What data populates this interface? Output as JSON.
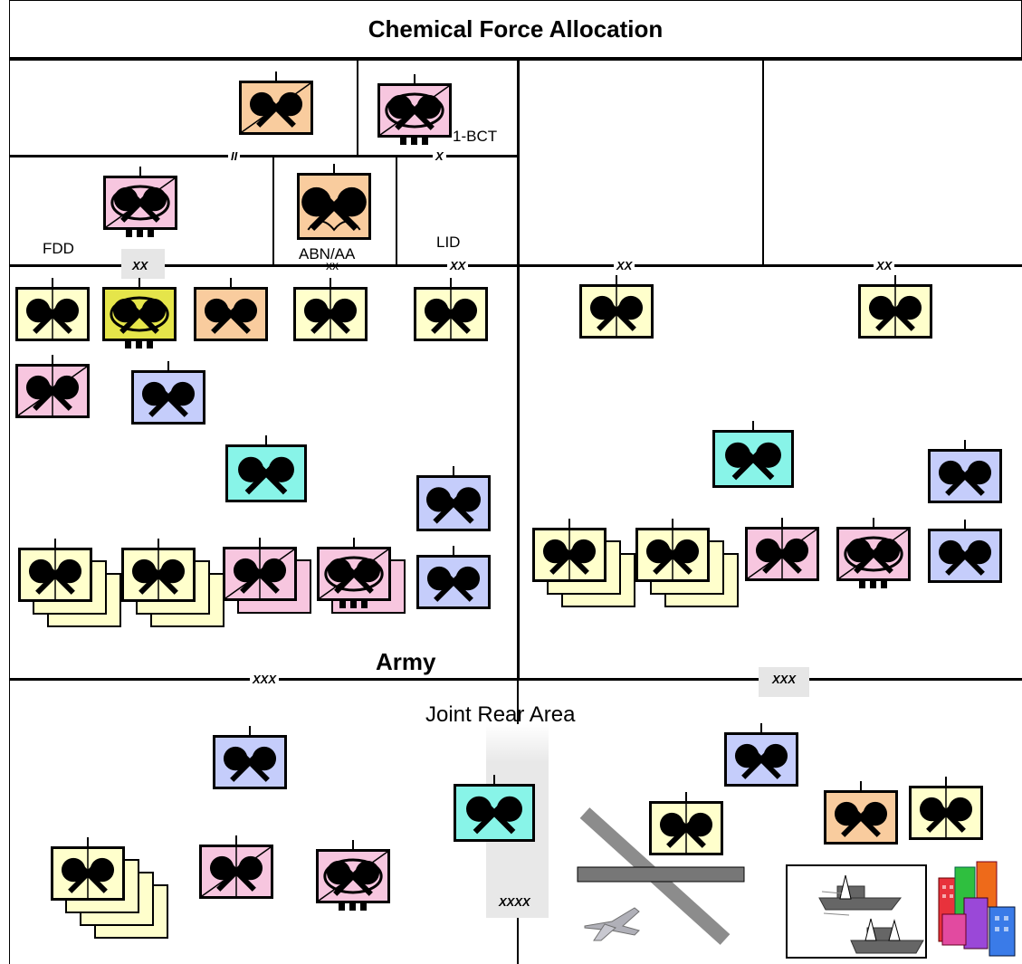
{
  "title": "Chemical Force Allocation",
  "labels": {
    "bct": "1-BCT",
    "fdd": "FDD",
    "abn": "ABN/AA",
    "abn_echelon": "xx",
    "lid": "LID",
    "army": "Army",
    "jra": "Joint Rear Area"
  },
  "echelons": {
    "battalion": "II",
    "brigade": "X",
    "division": "XX",
    "corps": "XXX",
    "army": "XXXX"
  },
  "colors": {
    "yellow": "#ffffcc",
    "pink": "#f7c6df",
    "orange": "#f9cc9e",
    "blue": "#c5cdfb",
    "cyan": "#88f4e8",
    "lime": "#e5e54a",
    "gray": "#8c8c8c"
  },
  "units": [
    {
      "name": "unit-top-orange",
      "color": "orange",
      "slash": true
    },
    {
      "name": "unit-top-pink-1bct",
      "color": "pink",
      "slash": true,
      "smoke": true
    },
    {
      "name": "unit-fdd-pink",
      "color": "pink",
      "slash": true,
      "smoke": true
    },
    {
      "name": "unit-abn-orange",
      "color": "orange",
      "airborne": true
    },
    {
      "name": "unit-yellow-1",
      "color": "yellow",
      "split": true
    },
    {
      "name": "unit-lime",
      "color": "lime",
      "smoke": true
    },
    {
      "name": "unit-orange-2",
      "color": "orange"
    },
    {
      "name": "unit-yellow-2",
      "color": "yellow",
      "split": true
    },
    {
      "name": "unit-yellow-lid",
      "color": "yellow",
      "split": true
    },
    {
      "name": "unit-yellow-right-1",
      "color": "yellow",
      "split": true
    },
    {
      "name": "unit-yellow-right-2",
      "color": "yellow",
      "split": true
    },
    {
      "name": "unit-pink-left",
      "color": "pink",
      "slash": true,
      "split": true
    },
    {
      "name": "unit-blue-left",
      "color": "blue"
    },
    {
      "name": "unit-cyan-left",
      "color": "cyan"
    },
    {
      "name": "unit-blue-lid",
      "color": "blue"
    },
    {
      "name": "unit-cyan-right",
      "color": "cyan"
    },
    {
      "name": "unit-blue-right-1",
      "color": "blue"
    },
    {
      "name": "unit-yellow-stack-1",
      "color": "yellow",
      "split": true
    },
    {
      "name": "unit-yellow-stack-2",
      "color": "yellow",
      "split": true
    },
    {
      "name": "unit-pink-stack-1",
      "color": "pink",
      "slash": true,
      "split": true
    },
    {
      "name": "unit-pink-stack-2",
      "color": "pink",
      "slash": true,
      "smoke": true
    },
    {
      "name": "unit-blue-lid-2",
      "color": "blue"
    },
    {
      "name": "unit-yellow-stack-r1",
      "color": "yellow",
      "split": true
    },
    {
      "name": "unit-yellow-stack-r2",
      "color": "yellow",
      "split": true
    },
    {
      "name": "unit-pink-r1",
      "color": "pink",
      "slash": true,
      "split": true
    },
    {
      "name": "unit-pink-r2",
      "color": "pink",
      "slash": true,
      "smoke": true
    },
    {
      "name": "unit-blue-r2",
      "color": "blue"
    },
    {
      "name": "unit-blue-jra-1",
      "color": "blue"
    },
    {
      "name": "unit-yellow-stack-jra",
      "color": "yellow",
      "split": true
    },
    {
      "name": "unit-pink-jra-1",
      "color": "pink",
      "slash": true,
      "split": true
    },
    {
      "name": "unit-pink-jra-2",
      "color": "pink",
      "slash": true,
      "smoke": true
    },
    {
      "name": "unit-cyan-jra",
      "color": "cyan"
    },
    {
      "name": "unit-blue-jra-2",
      "color": "blue"
    },
    {
      "name": "unit-yellow-jra",
      "color": "yellow",
      "split": true
    },
    {
      "name": "unit-orange-jra",
      "color": "orange"
    },
    {
      "name": "unit-yellow-jra-2",
      "color": "yellow",
      "split": true
    }
  ]
}
